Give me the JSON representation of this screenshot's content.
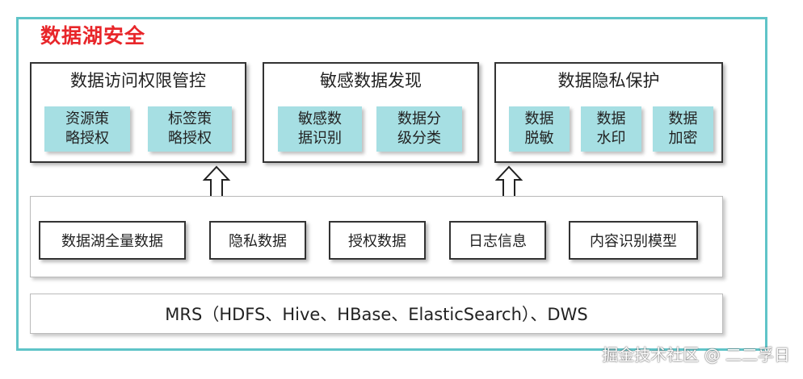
{
  "title": "数据湖安全",
  "panels": [
    {
      "title": "数据访问权限管控",
      "tiles": [
        "资源策\n略授权",
        "标签策\n略授权"
      ]
    },
    {
      "title": "敏感数据发现",
      "tiles": [
        "敏感数\n据识别",
        "数据分\n级分类"
      ]
    },
    {
      "title": "数据隐私保护",
      "tiles": [
        "数据\n脱敏",
        "数据\n水印",
        "数据\n加密"
      ]
    }
  ],
  "data_sources": [
    "数据湖全量数据",
    "隐私数据",
    "授权数据",
    "日志信息",
    "内容识别模型"
  ],
  "storage": "MRS（HDFS、Hive、HBase、ElasticSearch）、DWS",
  "watermark": "掘金技术社区 @ 二二孚日",
  "colors": {
    "frame": "#5fc4c8",
    "title": "#e8262a",
    "tile": "#a6dfe3"
  }
}
